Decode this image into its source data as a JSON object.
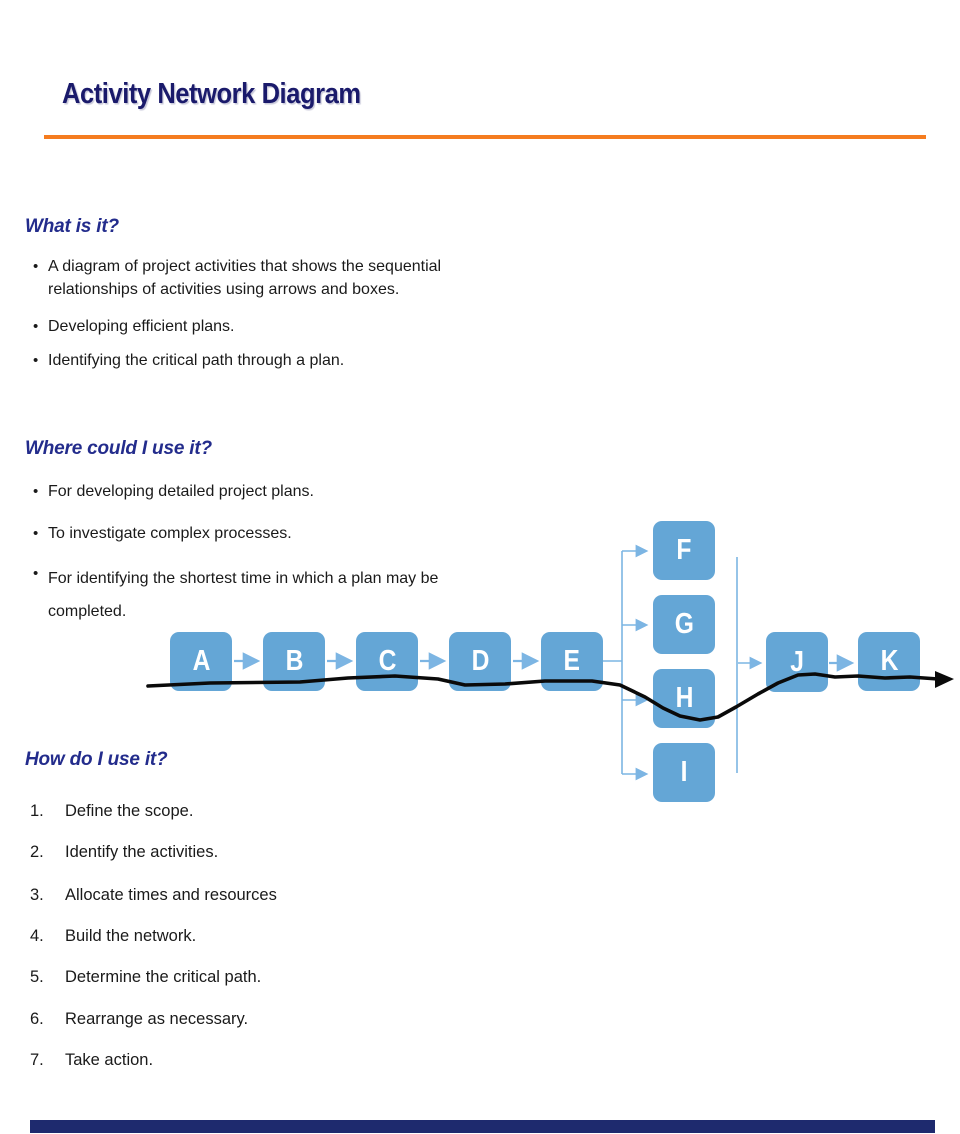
{
  "page": {
    "title": "Activity Network Diagram"
  },
  "glyphs": {
    "bullet": "•"
  },
  "colors": {
    "accent-orange": "#f57c1f",
    "title-navy": "#1a1a6b",
    "heading-navy": "#232c8c",
    "node-blue": "#64a6d6",
    "connector-blue": "#7cb5e3",
    "ink": "#0a0a0a",
    "footer-navy": "#1e2a6e",
    "text-color": "#1a1a1a"
  },
  "sections": {
    "what": {
      "heading": "What is it?",
      "bullets": [
        "A diagram of project activities that shows the sequential relationships of activities using arrows and boxes.",
        "Developing efficient plans.",
        "Identifying the critical path through a plan."
      ]
    },
    "where": {
      "heading": "Where could I use it?",
      "bullets": [
        "For developing detailed project plans.",
        "To investigate complex processes.",
        "For identifying the shortest time in which a plan may be completed."
      ]
    },
    "how": {
      "heading": "How do I use it?",
      "steps": [
        {
          "num": "1.",
          "text": "Define the scope."
        },
        {
          "num": "2.",
          "text": "Identify the activities."
        },
        {
          "num": "3.",
          "text": "Allocate times and resources"
        },
        {
          "num": "4.",
          "text": "Build the network."
        },
        {
          "num": "5.",
          "text": "Determine the critical path."
        },
        {
          "num": "6.",
          "text": "Rearrange as necessary."
        },
        {
          "num": "7.",
          "text": "Take action."
        }
      ]
    }
  },
  "diagram": {
    "nodes": [
      "A",
      "B",
      "C",
      "D",
      "E",
      "F",
      "G",
      "H",
      "I",
      "J",
      "K"
    ],
    "edges": [
      "A→B",
      "B→C",
      "C→D",
      "D→E",
      "E→F",
      "E→G",
      "E→H",
      "E→I",
      "F/G/H/I→J",
      "J→K"
    ],
    "annotation": "hand-drawn critical path line running left to right through the network, dipping through H, ending in an arrowhead"
  }
}
